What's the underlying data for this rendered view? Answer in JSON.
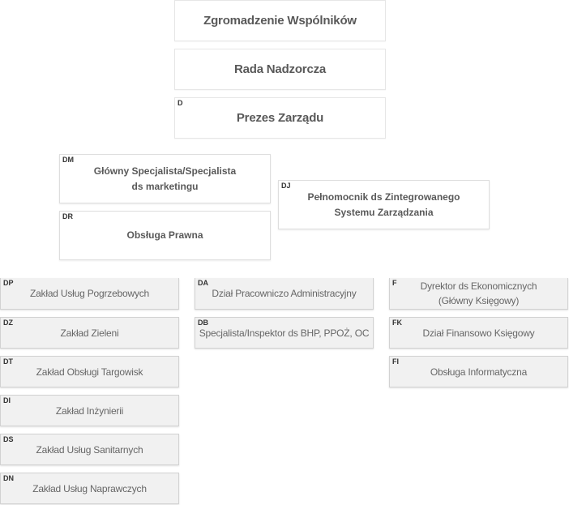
{
  "chart": {
    "top": {
      "zgromadzenie": {
        "code": "",
        "label": "Zgromadzenie Wspólników"
      },
      "rada": {
        "code": "",
        "label": "Rada Nadzorcza"
      },
      "prezes": {
        "code": "D",
        "label": "Prezes Zarządu"
      }
    },
    "level2": {
      "dm": {
        "code": "DM",
        "label": "Główny Specjalista/Specjalista\nds marketingu"
      },
      "dr": {
        "code": "DR",
        "label": "Obsługa Prawna"
      },
      "dj": {
        "code": "DJ",
        "label": "Pełnomocnik ds Zintegrowanego\nSystemu Zarządzania"
      }
    },
    "units_left": {
      "dp": {
        "code": "DP",
        "label": "Zakład Usług Pogrzebowych"
      },
      "dz": {
        "code": "DZ",
        "label": "Zakład Zieleni"
      },
      "dt": {
        "code": "DT",
        "label": "Zakład Obsługi Targowisk"
      },
      "di": {
        "code": "DI",
        "label": "Zakład Inżynierii"
      },
      "ds": {
        "code": "DS",
        "label": "Zakład Usług Sanitarnych"
      },
      "dn": {
        "code": "DN",
        "label": "Zakład Usług Naprawczych"
      }
    },
    "units_middle": {
      "da": {
        "code": "DA",
        "label": "Dział Pracowniczo Administracyjny"
      },
      "db": {
        "code": "DB",
        "label": "Specjalista/Inspektor ds BHP, PPOŻ, OC"
      }
    },
    "units_right": {
      "f": {
        "code": "F",
        "label": "Dyrektor ds Ekonomicznych\n(Główny Księgowy)"
      },
      "fk": {
        "code": "FK",
        "label": "Dział Finansowo Księgowy"
      },
      "fi": {
        "code": "FI",
        "label": "Obsługa Informatyczna"
      }
    }
  },
  "colors": {
    "unit_background": "#f1f1f1",
    "unit_border": "#d2d2d2",
    "top_background": "#ffffff",
    "text": "#595959",
    "code_text": "#333333"
  }
}
